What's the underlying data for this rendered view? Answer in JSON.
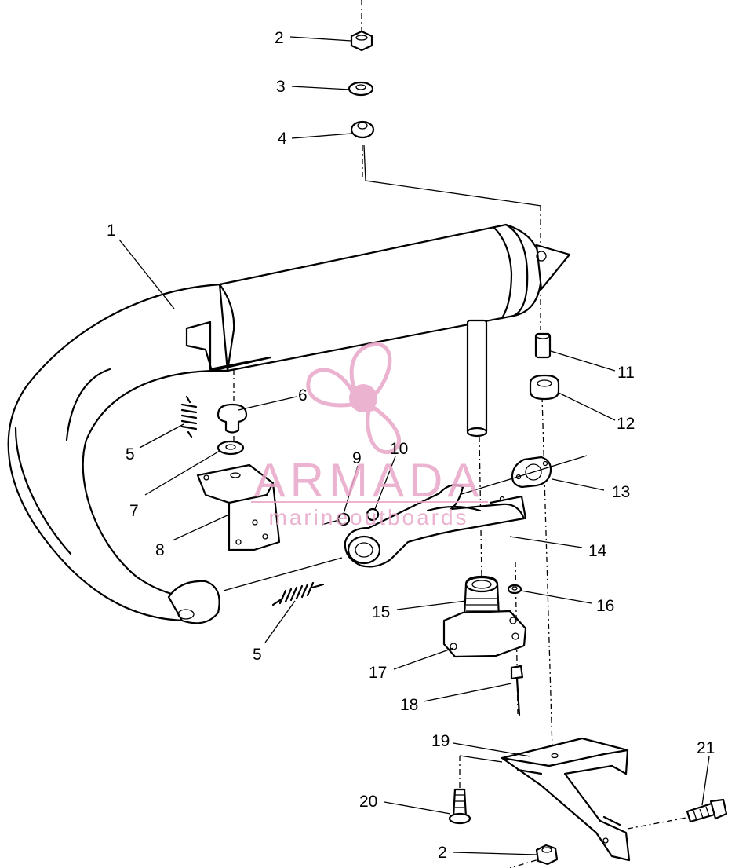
{
  "diagram": {
    "callouts": [
      {
        "id": "c2a",
        "text": "2"
      },
      {
        "id": "c3",
        "text": "3"
      },
      {
        "id": "c4",
        "text": "4"
      },
      {
        "id": "c1",
        "text": "1"
      },
      {
        "id": "c6",
        "text": "6"
      },
      {
        "id": "c5a",
        "text": "5"
      },
      {
        "id": "c7",
        "text": "7"
      },
      {
        "id": "c8",
        "text": "8"
      },
      {
        "id": "c9",
        "text": "9"
      },
      {
        "id": "c10",
        "text": "10"
      },
      {
        "id": "c11",
        "text": "11"
      },
      {
        "id": "c12",
        "text": "12"
      },
      {
        "id": "c13",
        "text": "13"
      },
      {
        "id": "c14",
        "text": "14"
      },
      {
        "id": "c15",
        "text": "15"
      },
      {
        "id": "c16",
        "text": "16"
      },
      {
        "id": "c5b",
        "text": "5"
      },
      {
        "id": "c17",
        "text": "17"
      },
      {
        "id": "c18",
        "text": "18"
      },
      {
        "id": "c19",
        "text": "19"
      },
      {
        "id": "c20",
        "text": "20"
      },
      {
        "id": "c21",
        "text": "21"
      },
      {
        "id": "c2b",
        "text": "2"
      }
    ]
  },
  "watermark": {
    "word": "ARMADA",
    "sub": "marineoutboards",
    "color": "#e8a6c8",
    "logo_icon": "propeller-icon"
  }
}
